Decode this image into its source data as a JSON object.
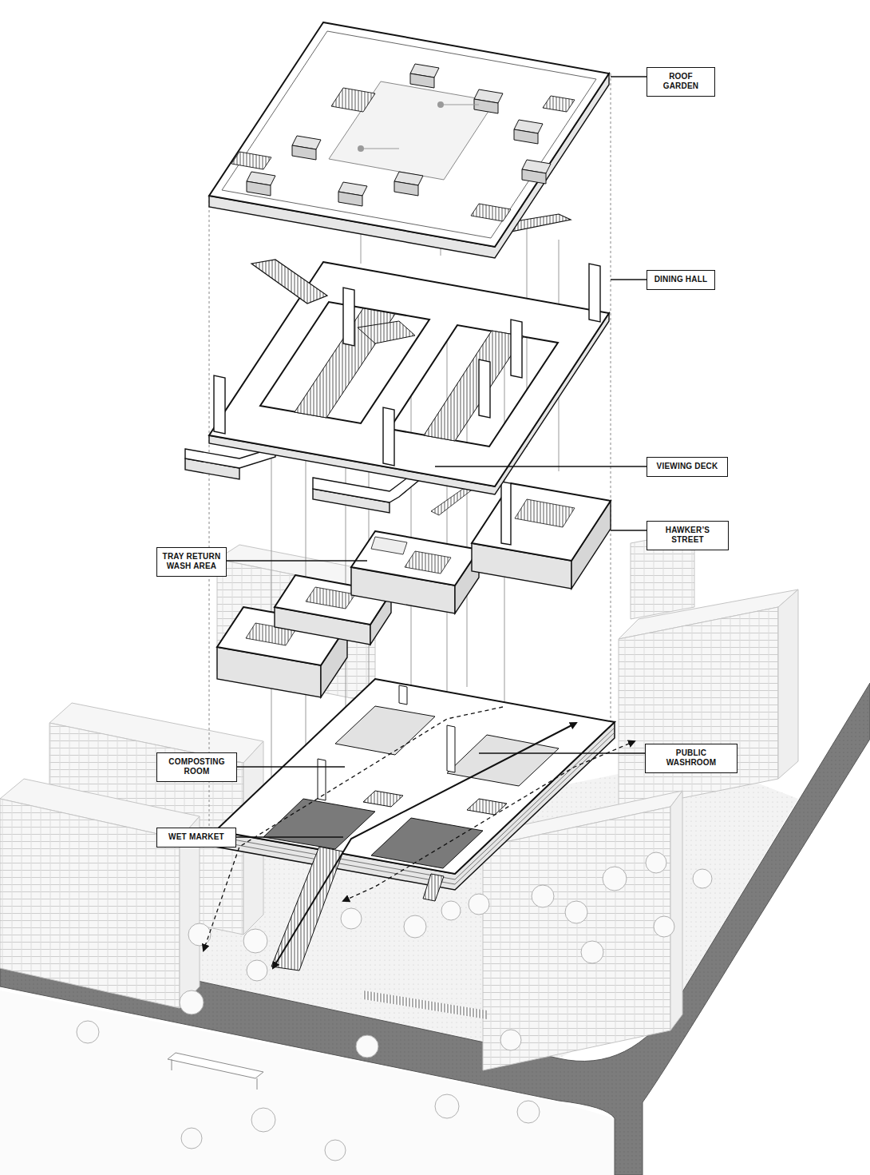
{
  "diagram": {
    "nodes": [
      {
        "text": [
          "ROOF GARDEN"
        ]
      },
      {
        "text": [
          "DINING HALL"
        ]
      },
      {
        "text": [
          "VIEWING DECK"
        ]
      },
      {
        "text": [
          "HAWKER’S STREET"
        ]
      },
      {
        "text": [
          "TRAY RETURN WASH AREA"
        ]
      },
      {
        "text": [
          "PUBLIC WASHROOM"
        ]
      },
      {
        "text": [
          "COMPOSTING ROOM"
        ]
      },
      {
        "text": [
          "WET MARKET"
        ]
      }
    ]
  }
}
